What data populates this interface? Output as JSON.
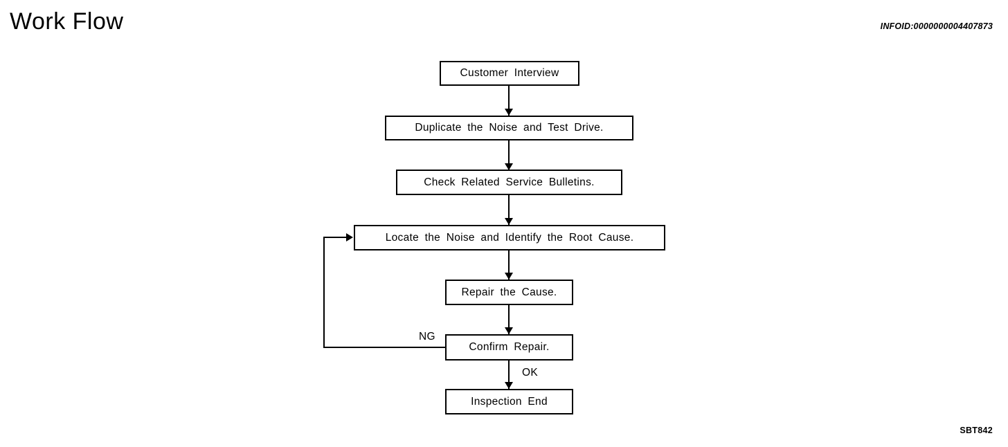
{
  "header": {
    "title": "Work Flow",
    "infoid": "INFOID:0000000004407873"
  },
  "footer": {
    "figure_code": "SBT842"
  },
  "flowchart": {
    "nodes": [
      {
        "id": "customer-interview",
        "label": "Customer Interview"
      },
      {
        "id": "duplicate-noise",
        "label": "Duplicate the Noise and Test Drive."
      },
      {
        "id": "check-bulletins",
        "label": "Check Related Service Bulletins."
      },
      {
        "id": "locate-noise",
        "label": "Locate the Noise and Identify the Root Cause."
      },
      {
        "id": "repair-cause",
        "label": "Repair the Cause."
      },
      {
        "id": "confirm-repair",
        "label": "Confirm Repair."
      },
      {
        "id": "inspection-end",
        "label": "Inspection End"
      }
    ],
    "branch_labels": {
      "ng": "NG",
      "ok": "OK"
    },
    "colors": {
      "line": "#000000",
      "box_fill": "#ffffff",
      "text": "#000000"
    }
  }
}
